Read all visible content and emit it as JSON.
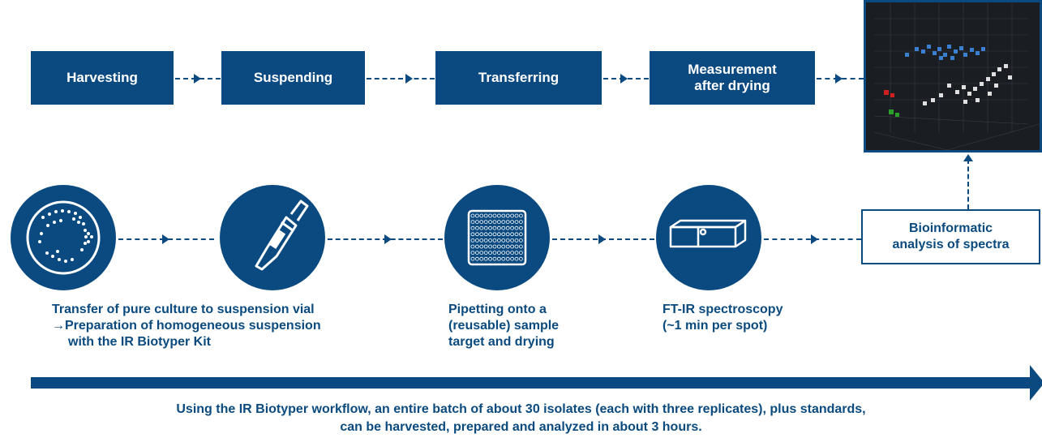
{
  "steps": [
    {
      "label": "Harvesting"
    },
    {
      "label": "Suspending"
    },
    {
      "label": "Transferring"
    },
    {
      "label_line1": "Measurement",
      "label_line2": "after drying"
    }
  ],
  "captions": {
    "transfer_line1": "Transfer of pure culture to suspension vial",
    "transfer_line2": "→Preparation of homogeneous  suspension",
    "transfer_line3": "with the IR Biotyper Kit",
    "pipetting_line1": "Pipetting onto a",
    "pipetting_line2": "(reusable) sample",
    "pipetting_line3": "target and drying",
    "ftir_line1": "FT-IR spectroscopy",
    "ftir_line2": "(~1 min per spot)"
  },
  "analysis": {
    "line1": "Bioinformatic",
    "line2": "analysis of spectra"
  },
  "footer": {
    "line1": "Using the IR Biotyper workflow, an entire batch of about 30 isolates (each with three replicates), plus standards,",
    "line2": "can be harvested, prepared and analyzed in about 3 hours."
  },
  "icons": [
    "petri-dish-icon",
    "pipette-tube-icon",
    "sample-plate-icon",
    "spectrometer-icon"
  ],
  "colors": {
    "primary": "#0b4a80",
    "plot_bg": "#1a1d22",
    "cluster_blue": "#3a7fd0",
    "cluster_white": "#e0e0e0",
    "cluster_red": "#d02020",
    "cluster_green": "#2aa02a"
  }
}
